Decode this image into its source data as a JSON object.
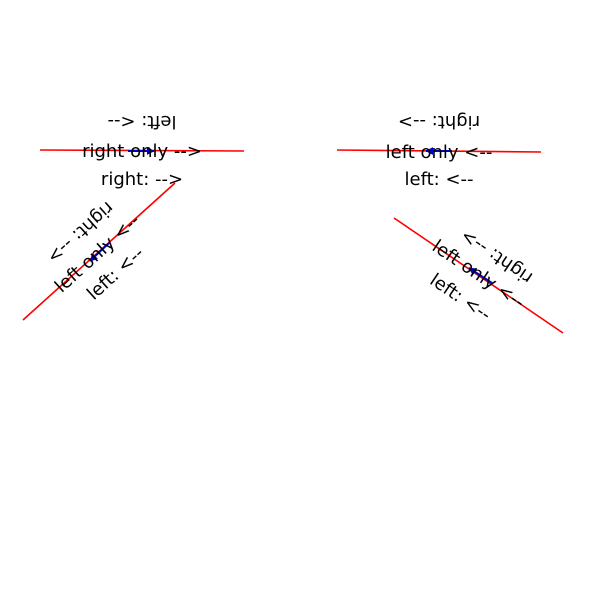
{
  "colors": {
    "line": "#ff0000",
    "arrow": "#0000cc",
    "text": "#000000",
    "background": "#ffffff"
  },
  "panels": [
    {
      "name": "top-left",
      "arrow_direction": "right",
      "labels": {
        "above": "left: <--",
        "on": "right only -->",
        "below": "right: -->"
      }
    },
    {
      "name": "top-right",
      "arrow_direction": "left",
      "labels": {
        "above": "right: -->",
        "on": "left only <--",
        "below": "left: <--"
      }
    },
    {
      "name": "bottom-left",
      "arrow_direction": "left",
      "labels": {
        "above": "right: -->",
        "on": "left only <--",
        "below": "left: <--"
      }
    },
    {
      "name": "bottom-right",
      "arrow_direction": "left",
      "labels": {
        "above": "right: -->",
        "on": "left only <--",
        "below": "left: <--"
      }
    }
  ]
}
